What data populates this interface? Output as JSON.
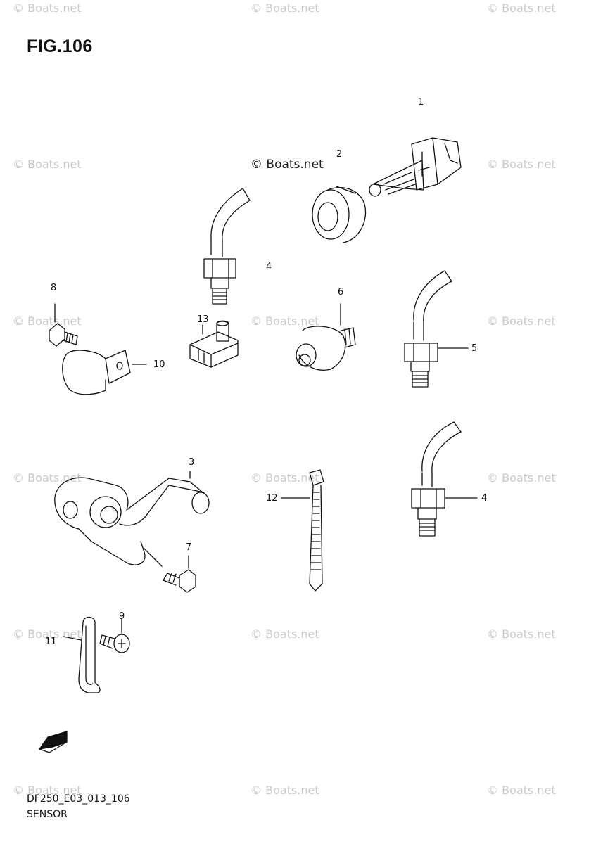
{
  "figure": {
    "title": "FIG.106",
    "code": "DF250_E03_013_106",
    "name": "SENSOR"
  },
  "watermark": {
    "text": "© Boats.net",
    "center_text": "© Boats.net"
  },
  "callouts": [
    "1",
    "2",
    "4",
    "8",
    "13",
    "6",
    "5",
    "10",
    "3",
    "12",
    "4",
    "7",
    "9",
    "11"
  ],
  "fwd_icon": "fwd-arrow-icon"
}
